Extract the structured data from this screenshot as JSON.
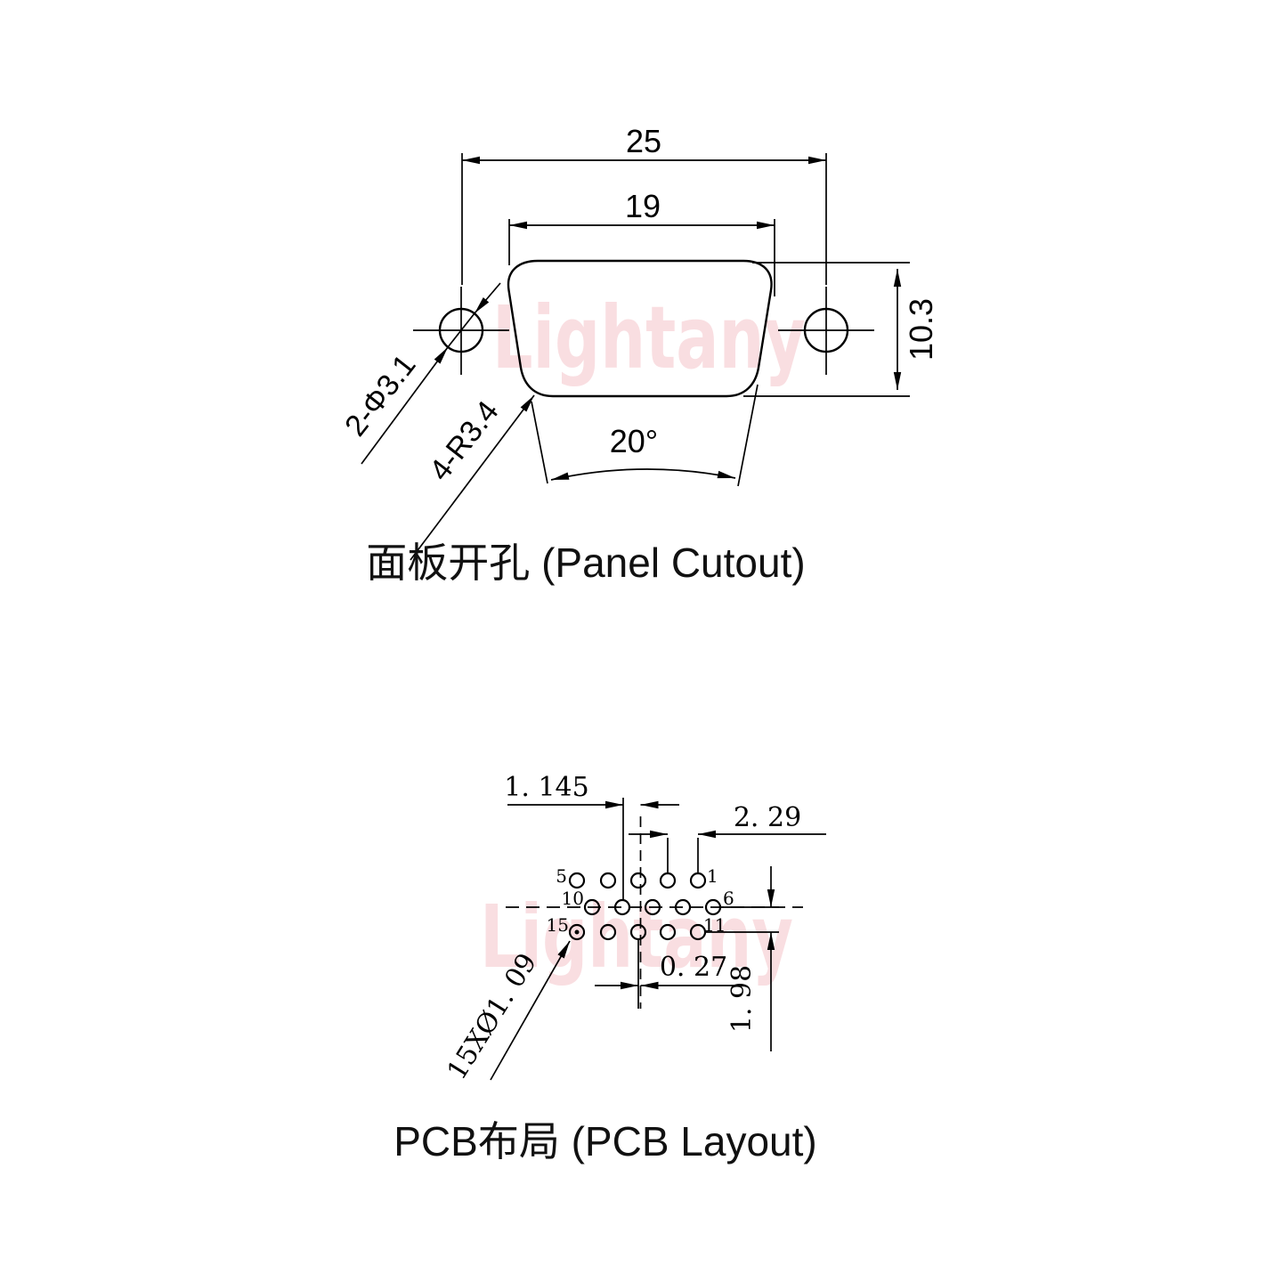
{
  "watermark": {
    "text": "Lightany",
    "color": "#f4c3c9"
  },
  "panel": {
    "caption": "面板开孔 (Panel Cutout)",
    "dim_25": "25",
    "dim_19": "19",
    "dim_height": "10.3",
    "dim_angle": "20°",
    "callout_holes": "2-Φ3.1",
    "callout_radius": "4-R3.4"
  },
  "pcb": {
    "caption": "PCB布局 (PCB Layout)",
    "dim_offset_mid": "1. 145",
    "dim_pitch": "2. 29",
    "dim_offset_bottom": "0. 27",
    "dim_row_spacing": "1. 98",
    "callout_holes": "15XØ1. 09",
    "pins": {
      "p5": "5",
      "p1": "1",
      "p10": "10",
      "p6": "6",
      "p15": "15",
      "p11": "11"
    }
  }
}
